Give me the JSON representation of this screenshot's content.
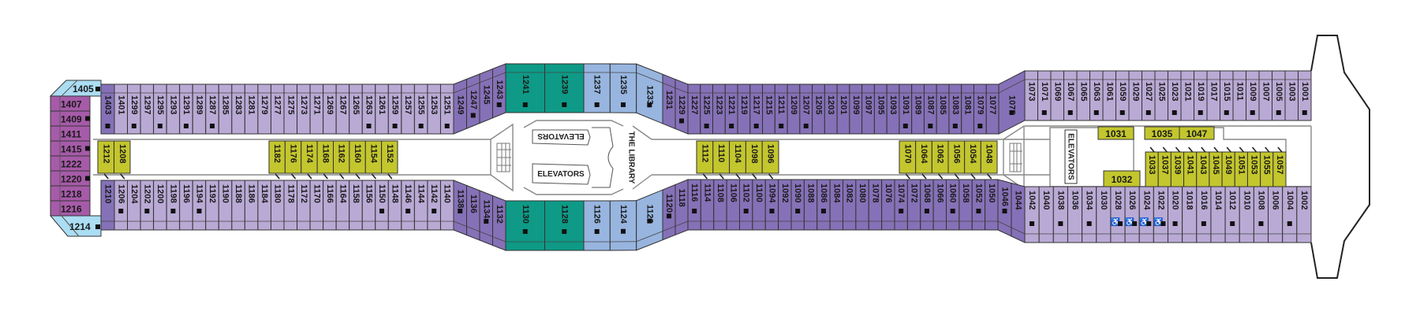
{
  "deck": {
    "aft_corner_top": "1405",
    "aft_end_stack": [
      "1407",
      "1409",
      "1411",
      "1415",
      "1222",
      "1220",
      "1218",
      "1216"
    ],
    "aft_corner_bottom": "1214",
    "top_aft_end": [
      "1403"
    ],
    "top_aft": [
      "1401",
      "1299",
      "1297",
      "1295",
      "1293",
      "1291",
      "1289",
      "1287",
      "1285",
      "1283",
      "1281",
      "1279",
      "1277",
      "1275",
      "1273",
      "1271",
      "1269",
      "1267",
      "1265",
      "1263",
      "1261",
      "1259",
      "1257",
      "1255",
      "1253",
      "1251"
    ],
    "top_aft_slant": [
      "1249",
      "1247",
      "1245",
      "1243"
    ],
    "top_suites": [
      "1241",
      "1239"
    ],
    "top_blue": [
      "1237",
      "1235",
      "1233"
    ],
    "top_fwd_slant": [
      "1231",
      "1229"
    ],
    "top_fwd_main": [
      "1227",
      "1225",
      "1223",
      "1221",
      "1219",
      "1217",
      "1215",
      "1211",
      "1209",
      "1207",
      "1205",
      "1203",
      "1201",
      "1099",
      "1097",
      "1095",
      "1093",
      "1091",
      "1089",
      "1087",
      "1085",
      "1083",
      "1081",
      "1079",
      "1077"
    ],
    "top_bow_slant": [
      "1075"
    ],
    "top_bow": [
      "1073",
      "1071",
      "1069",
      "1067",
      "1065",
      "1063",
      "1061",
      "1059",
      "1029",
      "1027",
      "1025",
      "1023",
      "1021",
      "1019",
      "1017",
      "1015",
      "1011",
      "1009",
      "1007",
      "1005",
      "1003",
      "1001"
    ],
    "bottom_aft_end": [
      "1210"
    ],
    "bottom_aft": [
      "1206",
      "1204",
      "1202",
      "1200",
      "1198",
      "1196",
      "1194",
      "1192",
      "1190",
      "1188",
      "1186",
      "1184",
      "1180",
      "1178",
      "1172",
      "1170",
      "1166",
      "1164",
      "1158",
      "1156",
      "1150",
      "1148",
      "1146",
      "1144",
      "1142",
      "1140"
    ],
    "bottom_aft_slant": [
      "1138",
      "1136",
      "1134",
      "1132"
    ],
    "bottom_suites": [
      "1130",
      "1128"
    ],
    "bottom_blue": [
      "1126",
      "1124",
      "1122"
    ],
    "bottom_fwd_slant": [
      "1120",
      "1118"
    ],
    "bottom_fwd_main": [
      "1116",
      "1114",
      "1108",
      "1106",
      "1102",
      "1100",
      "1094",
      "1092",
      "1090",
      "1088",
      "1086",
      "1084",
      "1082",
      "1080",
      "1078",
      "1076",
      "1074",
      "1072",
      "1068",
      "1066",
      "1060",
      "1058",
      "1052",
      "1050"
    ],
    "bottom_bow_slant": [
      "1046",
      "1044"
    ],
    "bottom_bow": [
      "1042",
      "1040",
      "1038",
      "1036",
      "1034",
      "1030",
      "1028",
      "1026",
      "1024",
      "1022",
      "1020",
      "1018",
      "1016",
      "1014",
      "1012",
      "1010",
      "1008",
      "1006",
      "1004",
      "1002"
    ],
    "corridor_aft_a": [
      "1212",
      "1208"
    ],
    "corridor_aft_b": [
      "1182",
      "1176",
      "1174",
      "1168",
      "1162",
      "1160",
      "1154",
      "1152"
    ],
    "corridor_fwd_a": [
      "1112",
      "1110",
      "1104",
      "1098",
      "1096"
    ],
    "corridor_fwd_b": [
      "1070",
      "1064",
      "1062",
      "1056",
      "1054",
      "1048"
    ],
    "bow_interior_row": [
      "1033",
      "1037",
      "1039",
      "1041",
      "1043",
      "1045",
      "1049",
      "1051",
      "1053",
      "1055",
      "1057"
    ],
    "bow_interior_singles": [
      "1031",
      "1035",
      "1047",
      "1032"
    ]
  },
  "marked": [
    "1405",
    "1409",
    "1415",
    "1220",
    "1214",
    "1403",
    "1299",
    "1295",
    "1291",
    "1287",
    "1263",
    "1259",
    "1255",
    "1251",
    "1247",
    "1243",
    "1241",
    "1239",
    "1237",
    "1235",
    "1233",
    "1229",
    "1225",
    "1221",
    "1217",
    "1211",
    "1207",
    "1091",
    "1087",
    "1083",
    "1079",
    "1075",
    "1071",
    "1067",
    "1063",
    "1059",
    "1027",
    "1023",
    "1019",
    "1015",
    "1009",
    "1005",
    "1001",
    "1206",
    "1202",
    "1198",
    "1194",
    "1150",
    "1146",
    "1142",
    "1138",
    "1134",
    "1130",
    "1128",
    "1126",
    "1124",
    "1122",
    "1120",
    "1116",
    "1102",
    "1094",
    "1090",
    "1086",
    "1074",
    "1068",
    "1060",
    "1052",
    "1046",
    "1042",
    "1038",
    "1034",
    "1028",
    "1026",
    "1024",
    "1022",
    "1020",
    "1016",
    "1012",
    "1008",
    "1004"
  ],
  "accessible": [
    "1028",
    "1026",
    "1024",
    "1022"
  ],
  "labels": {
    "elevators_mid_top": "ELEVATORS",
    "elevators_mid_bottom": "ELEVATORS",
    "library": "THE LIBRARY",
    "elevators_fwd": "ELEVATORS"
  },
  "colors": {
    "light_purple": "#b9aad5",
    "dark_purple": "#8571b7",
    "magenta": "#a65ba8",
    "light_cyan": "#abddf3",
    "teal": "#0e9a86",
    "light_blue": "#97b5df",
    "yellow": "#c3c62d"
  }
}
